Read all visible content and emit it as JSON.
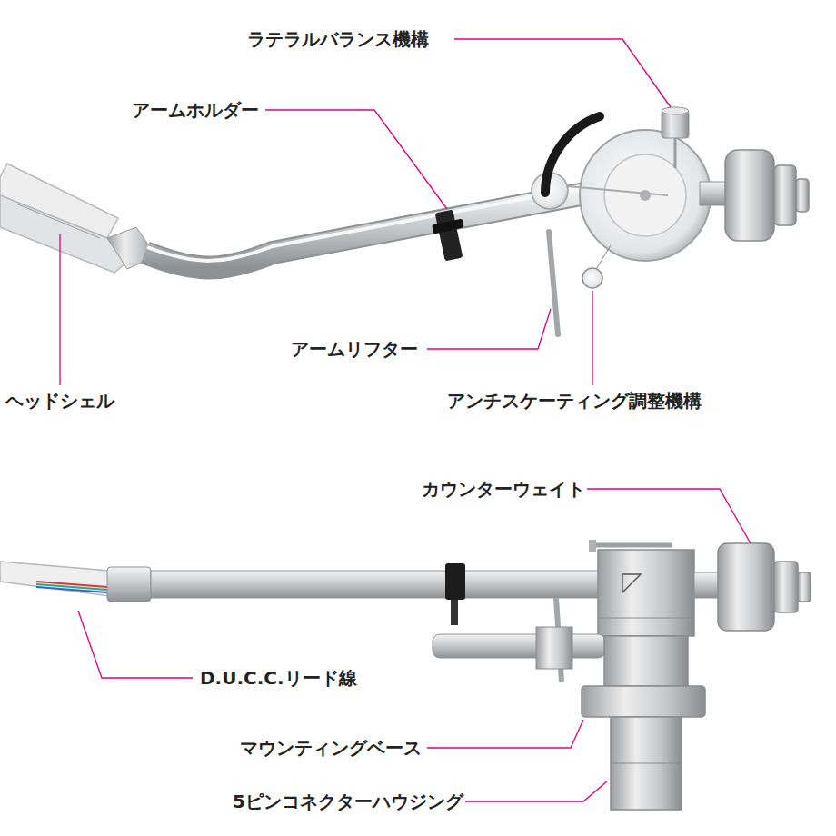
{
  "diagram": {
    "labels": [
      "ラテラルバランス機構",
      "アームホルダー",
      "ヘッドシェル",
      "アームリフター",
      "アンチスケーティング調整機構",
      "カウンターウェイト",
      "D.U.C.C.リード線",
      "マウンティングベース",
      "5ピンコネクターハウジング"
    ]
  }
}
